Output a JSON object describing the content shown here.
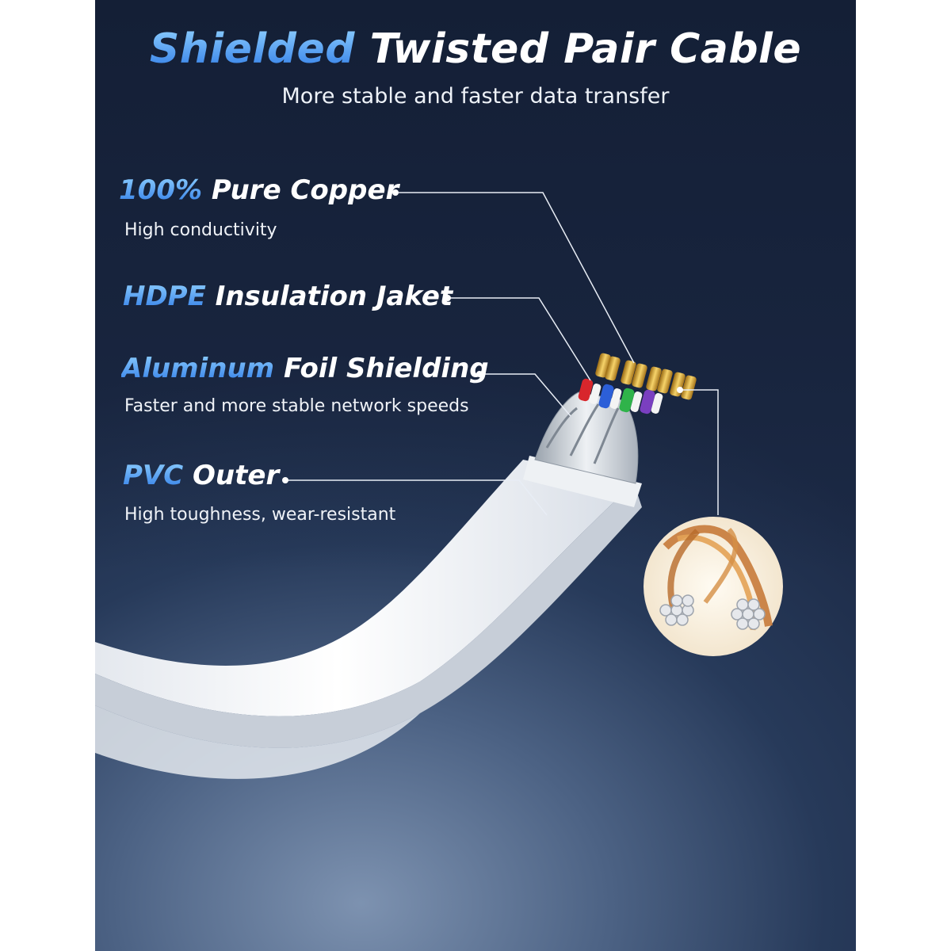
{
  "header": {
    "title_accent": "Shielded",
    "title_rest": "Twisted Pair Cable",
    "subtitle": "More stable and faster data transfer"
  },
  "features": [
    {
      "accent": "100%",
      "rest": "Pure Copper",
      "description": "High conductivity"
    },
    {
      "accent": "HDPE",
      "rest": "Insulation Jaket",
      "description": ""
    },
    {
      "accent": "Aluminum",
      "rest": "Foil Shielding",
      "description": "Faster and more stable network speeds"
    },
    {
      "accent": "PVC",
      "rest": "Outer",
      "description": "High toughness, wear-resistant"
    }
  ],
  "colors": {
    "accent_blue": "#3d8ff0",
    "background_dark": "#1c2a46",
    "cable_white": "#ffffff",
    "wire_red": "#d8262c",
    "wire_blue": "#2c5fd8",
    "wire_green": "#2fb34a",
    "wire_purple": "#7a3fc0",
    "copper": "#c77a3a",
    "gold_pins": "#d4a02a"
  },
  "icons": [
    "twisted-pair-cable-illustration",
    "copper-strands-closeup"
  ]
}
